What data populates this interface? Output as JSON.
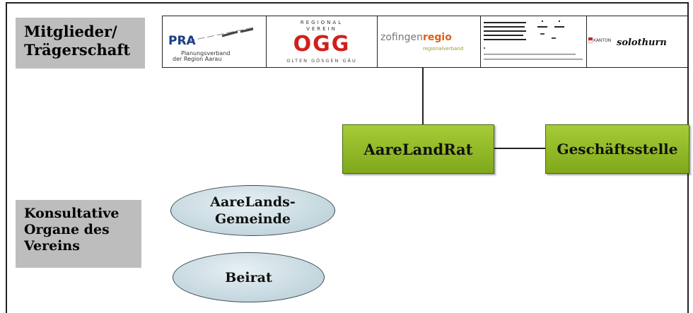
{
  "labels": {
    "members": [
      "Mitglieder/",
      "Trägerschaft"
    ],
    "consultative": [
      "Konsultative",
      "Organe des",
      "Vereins"
    ]
  },
  "logos": {
    "pra": {
      "letters": "PRA",
      "line1": "Planungsverband",
      "line2": "der Region Aarau"
    },
    "ogg": {
      "top1": "REGIONAL",
      "top2": "VEREIN",
      "main": "OGG",
      "bottom": "OLTEN GÖSGEN GÄU"
    },
    "zofingen": {
      "part1": "zofingen",
      "part2": "regio",
      "sub": "regionalverband"
    },
    "solothurn": {
      "kanton": "KANTON",
      "name": "solothurn"
    }
  },
  "boxes": {
    "aarelandrat": "AareLandRat",
    "geschaeftsstelle": "Geschäftsstelle"
  },
  "ovals": {
    "gemeinde": [
      "AareLands-",
      "Gemeinde"
    ],
    "beirat": "Beirat"
  },
  "colors": {
    "green_top": "#a6cc36",
    "green_bottom": "#7fa81b",
    "oval": "#c9dbe2",
    "gray": "#bdbdbd",
    "ogg_red": "#d0201a",
    "solothurn_red": "#d0201a",
    "zofingen_orange": "#e06010"
  }
}
